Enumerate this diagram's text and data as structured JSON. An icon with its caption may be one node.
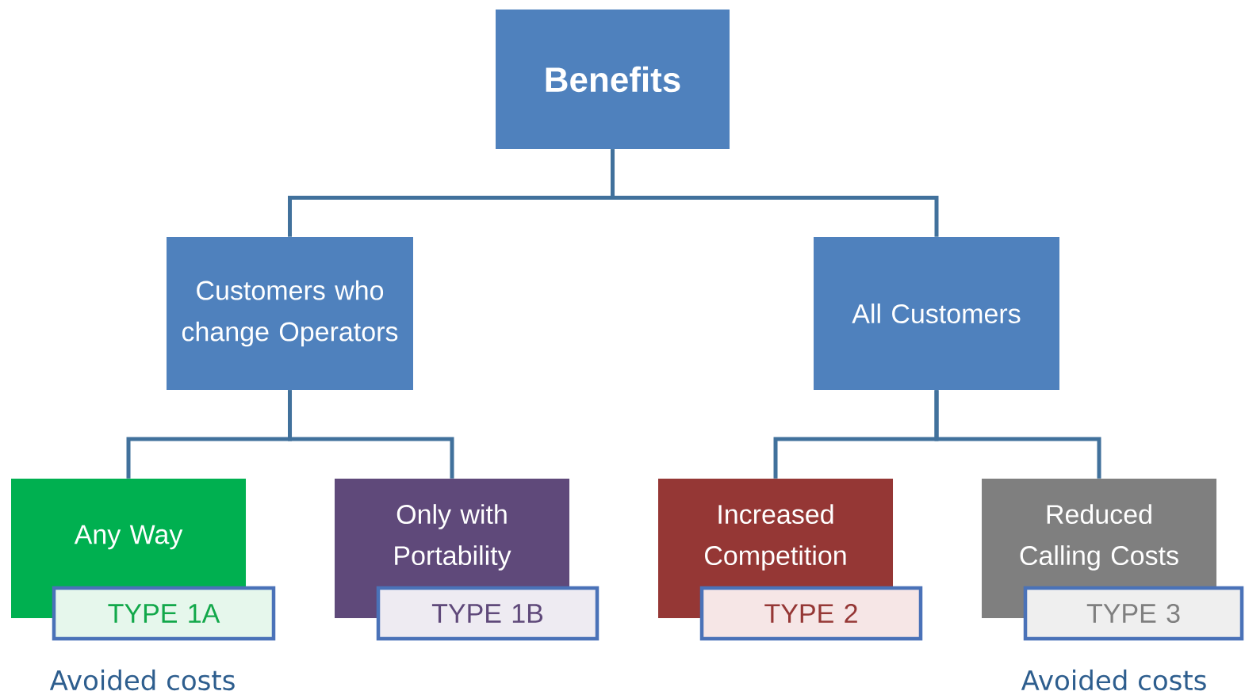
{
  "diagram": {
    "nodes": [
      {
        "text": [
          "Benefits"
        ]
      },
      {
        "text": [
          "Customers who change Operators"
        ]
      },
      {
        "text": [
          "All Customers"
        ]
      },
      {
        "text": [
          "Any Way"
        ]
      },
      {
        "text": [
          "TYPE 1A"
        ]
      },
      {
        "text": [
          "Only with Portability"
        ]
      },
      {
        "text": [
          "TYPE 1B"
        ]
      },
      {
        "text": [
          "Increased Competition"
        ]
      },
      {
        "text": [
          "TYPE 2"
        ]
      },
      {
        "text": [
          "Reduced Calling Costs"
        ]
      },
      {
        "text": [
          "TYPE 3"
        ]
      }
    ],
    "edges": [
      {
        "from": 0,
        "to": 1,
        "arrow": "none"
      },
      {
        "from": 0,
        "to": 2,
        "arrow": "none"
      },
      {
        "from": 1,
        "to": 3,
        "arrow": "none"
      },
      {
        "from": 1,
        "to": 5,
        "arrow": "none"
      },
      {
        "from": 2,
        "to": 7,
        "arrow": "none"
      },
      {
        "from": 2,
        "to": 9,
        "arrow": "none"
      }
    ],
    "labels": [
      "Avoided costs",
      "Avoided costs"
    ]
  }
}
